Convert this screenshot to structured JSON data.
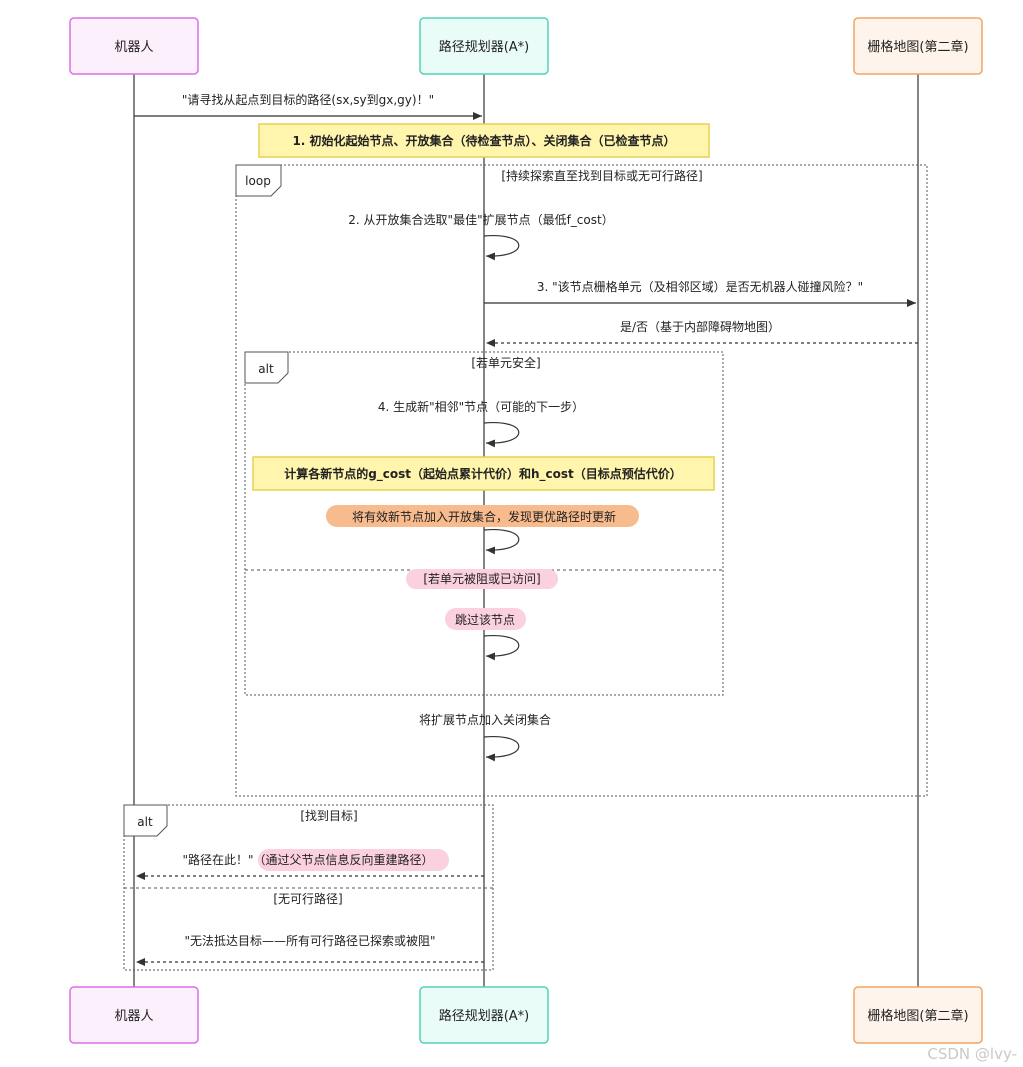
{
  "actors": [
    {
      "id": "robot",
      "label": "机器人",
      "fill": "#fdf0fd",
      "stroke": "#d971e6"
    },
    {
      "id": "planner",
      "label": "路径规划器(A*)",
      "fill": "#eafcf7",
      "stroke": "#57d1b9"
    },
    {
      "id": "grid",
      "label": "栅格地图(第二章)",
      "fill": "#fff4eb",
      "stroke": "#f0a562"
    }
  ],
  "messages": {
    "m1": "\"请寻找从起点到目标的路径(sx,sy到gx,gy)！\"",
    "note1": "1. 初始化起始节点、开放集合（待检查节点）、关闭集合（已检查节点）",
    "m2": "2. 从开放集合选取\"最佳\"扩展节点（最低f_cost）",
    "m3": "3. \"该节点栅格单元（及相邻区域）是否无机器人碰撞风险？\"",
    "m4": "是/否（基于内部障碍物地图）",
    "m5": "4. 生成新\"相邻\"节点（可能的下一步）",
    "note2": "计算各新节点的g_cost（起始点累计代价）和h_cost（目标点预估代价）",
    "m6": "将有效新节点加入开放集合，发现更优路径时更新",
    "m7": "跳过该节点",
    "m8": "将扩展节点加入关闭集合",
    "m9": "\"路径在此！\"（通过父节点信息反向重建路径）",
    "m10": "\"无法抵达目标——所有可行路径已探索或被阻\""
  },
  "fragments": {
    "loop": {
      "keyword": "loop",
      "condition": "[持续探索直至找到目标或无可行路径]"
    },
    "alt1": {
      "keyword": "alt",
      "condition": "[若单元安全]",
      "else_condition": "[若单元被阻或已访问]"
    },
    "alt2": {
      "keyword": "alt",
      "condition": "[找到目标]",
      "else_condition": "[无可行路径]"
    }
  },
  "colors": {
    "note_fill": "#fff5ad",
    "note_stroke": "#e6d050",
    "highlight_orange": "#f8bb8e",
    "highlight_pink": "#fbd0df",
    "line": "#333333"
  },
  "watermark": "CSDN @lvy-"
}
